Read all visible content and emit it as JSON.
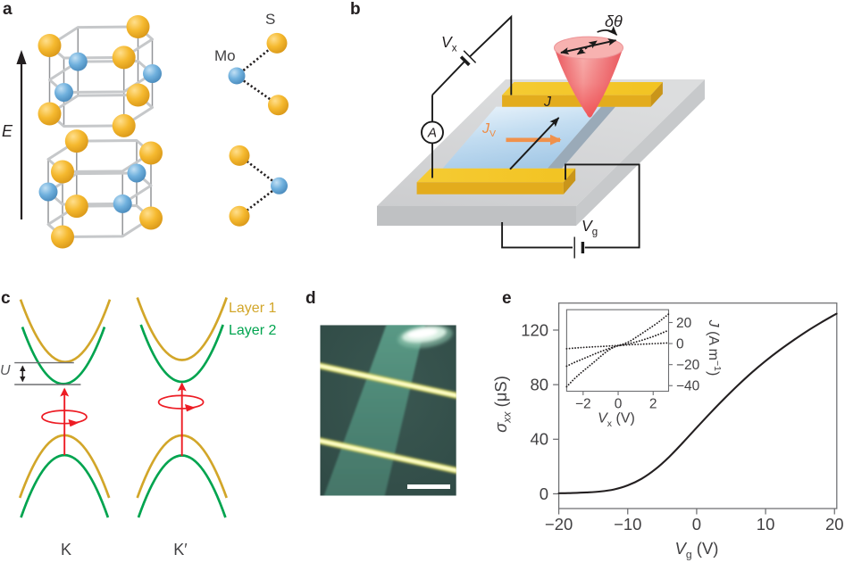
{
  "figure": {
    "panels": {
      "a": {
        "label": "a",
        "efield_label": "E",
        "mo_label": "Mo",
        "s_label": "S"
      },
      "b": {
        "label": "b",
        "vx_label": {
          "sym": "V",
          "sub": "x"
        },
        "ammeter_label": "A",
        "current_label": "J",
        "valley_current_label": {
          "sym": "J",
          "sub": "V"
        },
        "kerr_angle_label": "δθ",
        "vg_label": {
          "sym": "V",
          "sub": "g"
        }
      },
      "c": {
        "label": "c",
        "layer1_label": "Layer 1",
        "layer2_label": "Layer 2",
        "gap_label": "U",
        "k_valley_label": "K",
        "kprime_valley_label": "K′"
      },
      "d": {
        "label": "d"
      },
      "e": {
        "label": "e"
      }
    },
    "colors": {
      "sulfur_sphere": "#f2b32c",
      "molybdenum_sphere": "#6aabdc",
      "electrode_gold": "#f3c62a",
      "laser_red": "#ed4247",
      "channel_blue": "#b7d5ee",
      "substrate_gray": "#d2d3d5",
      "layer1_yellow": "#d2a629",
      "layer2_green": "#00a44f",
      "red_arrow": "#ed1c24",
      "valley_current_orange": "#f0914b",
      "curve_black": "#231f20",
      "axis_gray": "#6d6e71",
      "text_gray": "#414042"
    }
  },
  "chart_data": [
    {
      "id": "main",
      "type": "line",
      "title": "",
      "xlabel": {
        "sym": "V",
        "sub": "g",
        "unit": " (V)"
      },
      "ylabel": {
        "sym": "σ",
        "sub": "xx",
        "unit": " (μS)"
      },
      "xlim": [
        -20,
        20.33
      ],
      "ylim": [
        -10.8,
        139.8
      ],
      "xticks": [
        -20,
        -10,
        0,
        10,
        20
      ],
      "yticks": [
        0,
        40,
        80,
        120
      ],
      "grid": false,
      "legend": "none",
      "series": [
        {
          "name": "sigma_xx vs Vg",
          "style": "solid",
          "x": [
            -20,
            -18,
            -16,
            -14,
            -12,
            -10,
            -8,
            -6,
            -4,
            -2,
            0,
            2,
            4,
            6,
            8,
            10,
            12,
            14,
            16,
            18,
            20,
            20.3
          ],
          "y": [
            0.4,
            0.6,
            1.0,
            1.7,
            3.2,
            6.2,
            11,
            18,
            27,
            37.5,
            48.5,
            59.3,
            69.7,
            79.6,
            88.9,
            97.4,
            105.2,
            112.4,
            119.2,
            125.4,
            131.2,
            132
          ]
        }
      ]
    },
    {
      "id": "inset",
      "type": "line",
      "title": "",
      "xlabel": {
        "sym": "V",
        "sub": "x",
        "unit": " (V)"
      },
      "ylabel": {
        "sym": "J",
        "unit_pre": " (A m",
        "sup": "−1",
        "unit_post": ")"
      },
      "xlim": [
        -2.94,
        2.88
      ],
      "ylim": [
        -45.3,
        32.2
      ],
      "xticks": [
        -2,
        0,
        2
      ],
      "yticks": [
        20,
        0,
        -20,
        -40
      ],
      "grid": false,
      "legend": "none",
      "series": [
        {
          "name": "J vs Vx, high Vg",
          "style": "dotted",
          "x": [
            -2.94,
            -2.5,
            -2.1,
            -1.7,
            -1.3,
            -0.9,
            -0.5,
            -0.1,
            0.3,
            0.7,
            1.1,
            1.5,
            1.9,
            2.3,
            2.6,
            2.88
          ],
          "y": [
            -41,
            -33.5,
            -27.5,
            -22,
            -16.5,
            -10.8,
            -5.8,
            -2.4,
            -0.4,
            2.5,
            6.8,
            11.2,
            15.7,
            20.3,
            24.3,
            28
          ]
        },
        {
          "name": "J vs Vx, mid Vg",
          "style": "dotted",
          "x": [
            -2.94,
            -2.5,
            -2.1,
            -1.7,
            -1.3,
            -0.9,
            -0.5,
            -0.1,
            0.3,
            0.7,
            1.1,
            1.5,
            1.9,
            2.3,
            2.6,
            2.88
          ],
          "y": [
            -21.5,
            -18,
            -15.2,
            -12.4,
            -9.6,
            -7,
            -4.6,
            -2.6,
            -1.2,
            0.2,
            1.9,
            3.9,
            6.1,
            8.6,
            10.7,
            12.5
          ]
        },
        {
          "name": "J vs Vx, low Vg",
          "style": "dotted",
          "x": [
            -2.94,
            -2.5,
            -2.1,
            -1.7,
            -1.3,
            -0.9,
            -0.5,
            -0.1,
            0.3,
            0.7,
            1.1,
            1.5,
            1.9,
            2.3,
            2.6,
            2.88
          ],
          "y": [
            -4.9,
            -4.3,
            -3.8,
            -3.4,
            -3,
            -2.7,
            -2.3,
            -1.9,
            -1.5,
            -1.1,
            -0.8,
            -0.5,
            -0.2,
            0.1,
            0.4,
            0.6
          ]
        }
      ]
    }
  ]
}
